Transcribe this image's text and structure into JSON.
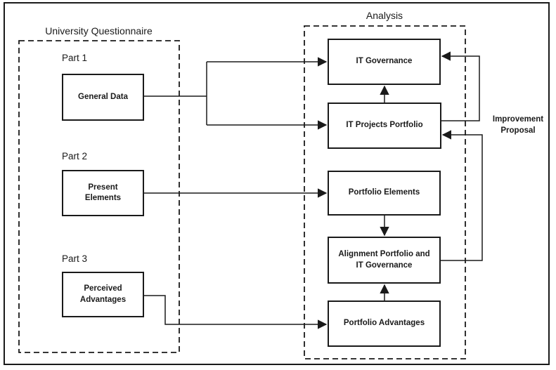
{
  "colors": {
    "line": "#1a1a1a",
    "background": "#ffffff",
    "node_fill": "#ffffff"
  },
  "groups": {
    "questionnaire": {
      "title": "University Questionnaire",
      "parts": [
        {
          "label": "Part 1",
          "box_label": "General Data"
        },
        {
          "label": "Part 2",
          "box_label": "Present\nElements"
        },
        {
          "label": "Part 3",
          "box_label": "Perceived\nAdvantages"
        }
      ]
    },
    "analysis": {
      "title": "Analysis",
      "boxes": [
        {
          "label": "IT Governance"
        },
        {
          "label": "IT Projects Portfolio"
        },
        {
          "label": "Portfolio Elements"
        },
        {
          "label": "Alignment Portfolio and\nIT Governance"
        },
        {
          "label": "Portfolio Advantages"
        }
      ]
    }
  },
  "side_label": "Improvement\nProposal",
  "edges": [
    {
      "from": "General Data",
      "to": "IT Governance"
    },
    {
      "from": "General Data",
      "to": "IT Projects Portfolio"
    },
    {
      "from": "Present Elements",
      "to": "Portfolio Elements"
    },
    {
      "from": "Perceived Advantages",
      "to": "Portfolio Advantages"
    },
    {
      "from": "IT Projects Portfolio",
      "to": "IT Governance",
      "via": "direct-up"
    },
    {
      "from": "Portfolio Elements",
      "to": "Alignment Portfolio and IT Governance",
      "via": "direct-down"
    },
    {
      "from": "Portfolio Advantages",
      "to": "Alignment Portfolio and IT Governance",
      "via": "direct-up"
    },
    {
      "from": "IT Projects Portfolio",
      "to": "IT Governance",
      "via": "right-feedback-loop"
    },
    {
      "from": "Alignment Portfolio and IT Governance",
      "to": "IT Projects Portfolio",
      "via": "right-feedback-loop"
    }
  ]
}
